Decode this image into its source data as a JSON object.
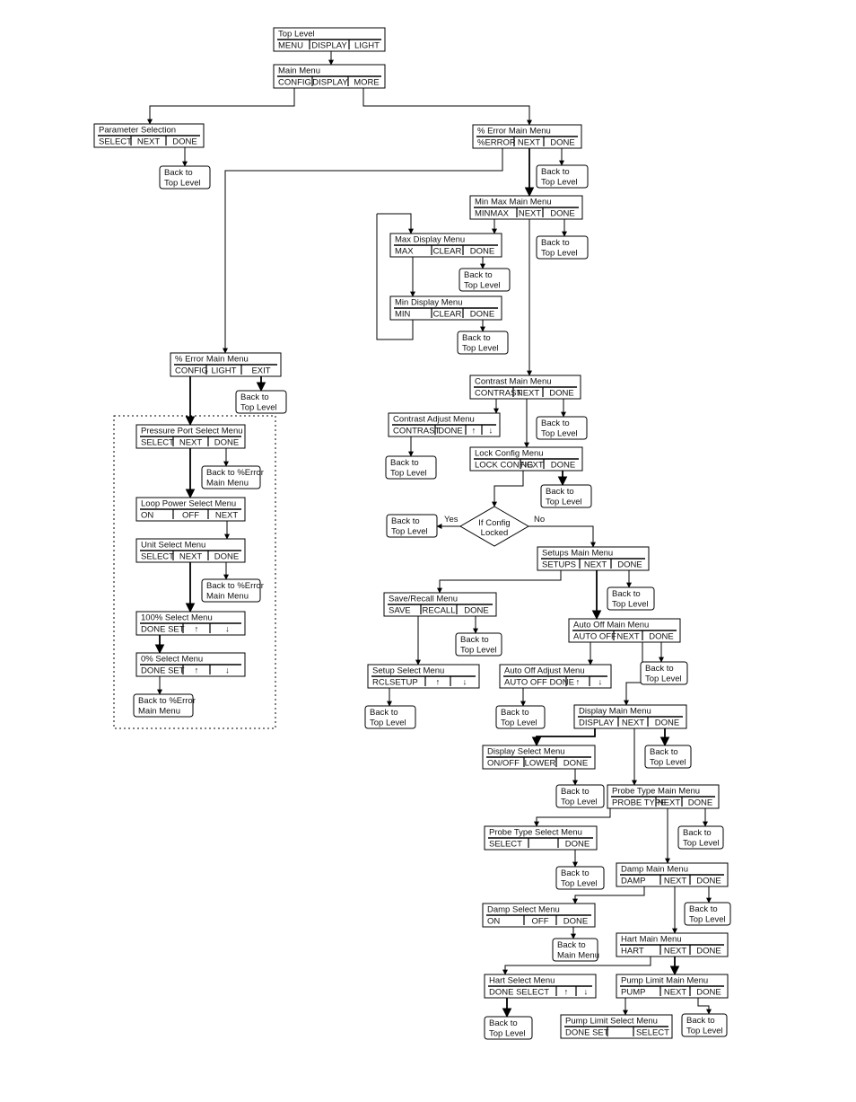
{
  "boxes": {
    "top_level": {
      "title": "Top Level",
      "cells": [
        "MENU",
        "DISPLAY",
        "LIGHT"
      ]
    },
    "main_menu": {
      "title": "Main Menu",
      "cells": [
        "CONFIG",
        "DISPLAY",
        "MORE"
      ]
    },
    "parameter_selection": {
      "title": "Parameter Selection",
      "cells": [
        "SELECT",
        "NEXT",
        "DONE"
      ]
    },
    "error_main_menu": {
      "title": "% Error Main Menu",
      "cells": [
        "%ERROR",
        "NEXT",
        "DONE"
      ]
    },
    "minmax_main_menu": {
      "title": "Min Max  Main Menu",
      "cells": [
        "MINMAX",
        "NEXT",
        "DONE"
      ]
    },
    "max_display_menu": {
      "title": "Max Display Menu",
      "cells": [
        "MAX",
        "CLEAR",
        "DONE"
      ]
    },
    "min_display_menu": {
      "title": "Min Display Menu",
      "cells": [
        "MIN",
        "CLEAR",
        "DONE"
      ]
    },
    "error_config_menu": {
      "title": "% Error Main Menu",
      "cells": [
        "CONFIG",
        "LIGHT",
        "EXIT"
      ]
    },
    "pressure_port_menu": {
      "title": "Pressure Port Select Menu",
      "cells": [
        "SELECT",
        "NEXT",
        "DONE"
      ]
    },
    "loop_power_menu": {
      "title": "Loop Power Select Menu",
      "cells": [
        "ON",
        "OFF",
        "NEXT"
      ]
    },
    "unit_select_menu": {
      "title": "Unit Select Menu",
      "cells": [
        "SELECT",
        "NEXT",
        "DONE"
      ]
    },
    "select_100_menu": {
      "title": "100% Select Menu",
      "cells": [
        "DONE SET",
        "↑",
        "↓"
      ]
    },
    "select_0_menu": {
      "title": "0% Select Menu",
      "cells": [
        "DONE SET",
        "↑",
        "↓"
      ]
    },
    "contrast_main_menu": {
      "title": "Contrast  Main Menu",
      "cells": [
        "CONTRAST",
        "NEXT",
        "DONE"
      ]
    },
    "contrast_adjust_menu": {
      "title": "Contrast Adjust Menu",
      "cells": [
        "CONTRAST",
        "DONE",
        "↑",
        "↓"
      ]
    },
    "lock_config_menu": {
      "title": "Lock Config  Menu",
      "cells": [
        "LOCK CONFIG",
        "NEXT",
        "DONE"
      ]
    },
    "setups_main_menu": {
      "title": "Setups Main Menu",
      "cells": [
        "SETUPS",
        "NEXT",
        "DONE"
      ]
    },
    "save_recall_menu": {
      "title": "Save/Recall Menu",
      "cells": [
        "SAVE",
        "RECALL",
        "DONE"
      ]
    },
    "auto_off_main_menu": {
      "title": "Auto Off Main Menu",
      "cells": [
        "AUTO OFF",
        "NEXT",
        "DONE"
      ]
    },
    "setup_select_menu": {
      "title": "Setup Select Menu",
      "cells": [
        "RCLSETUP",
        "↑",
        "↓"
      ]
    },
    "auto_off_adjust_menu": {
      "title": "Auto Off Adjust Menu",
      "cells": [
        "AUTO OFF  DONE",
        "↑",
        "↓"
      ]
    },
    "display_main_menu": {
      "title": "Display Main Menu",
      "cells": [
        "DISPLAY",
        "NEXT",
        "DONE"
      ]
    },
    "display_select_menu": {
      "title": "Display Select Menu",
      "cells": [
        "ON/OFF",
        "LOWER",
        "DONE"
      ]
    },
    "probe_type_main_menu": {
      "title": "Probe Type Main Menu",
      "cells": [
        "PROBE TYPE",
        "NEXT",
        "DONE"
      ]
    },
    "probe_type_select_menu": {
      "title": "Probe Type Select Menu",
      "cells": [
        "SELECT",
        "",
        "DONE"
      ]
    },
    "damp_main_menu": {
      "title": "Damp Main Menu",
      "cells": [
        "DAMP",
        "NEXT",
        "DONE"
      ]
    },
    "damp_select_menu": {
      "title": "Damp Select Menu",
      "cells": [
        "ON",
        "OFF",
        "DONE"
      ]
    },
    "hart_main_menu": {
      "title": "Hart Main Menu",
      "cells": [
        "HART",
        "NEXT",
        "DONE"
      ]
    },
    "hart_select_menu": {
      "title": "Hart Select Menu",
      "cells": [
        "DONE SELECT",
        "↑",
        "↓"
      ]
    },
    "pump_limit_main_menu": {
      "title": "Pump Limit Main Menu",
      "cells": [
        "PUMP",
        "NEXT",
        "DONE"
      ]
    },
    "pump_limit_select_menu": {
      "title": "Pump Limit Select Menu",
      "cells": [
        "DONE SET",
        "",
        "SELECT"
      ]
    }
  },
  "labels": {
    "back_top_l1": "Back to",
    "back_top_l2": "Top Level",
    "back_error_l1": "Back to %Error",
    "back_error_l2": "Main Menu",
    "back_main_l1": "Back to",
    "back_main_l2": "Main Menu"
  },
  "decision": {
    "line1": "If Config",
    "line2": "Locked",
    "yes": "Yes",
    "no": "No"
  }
}
